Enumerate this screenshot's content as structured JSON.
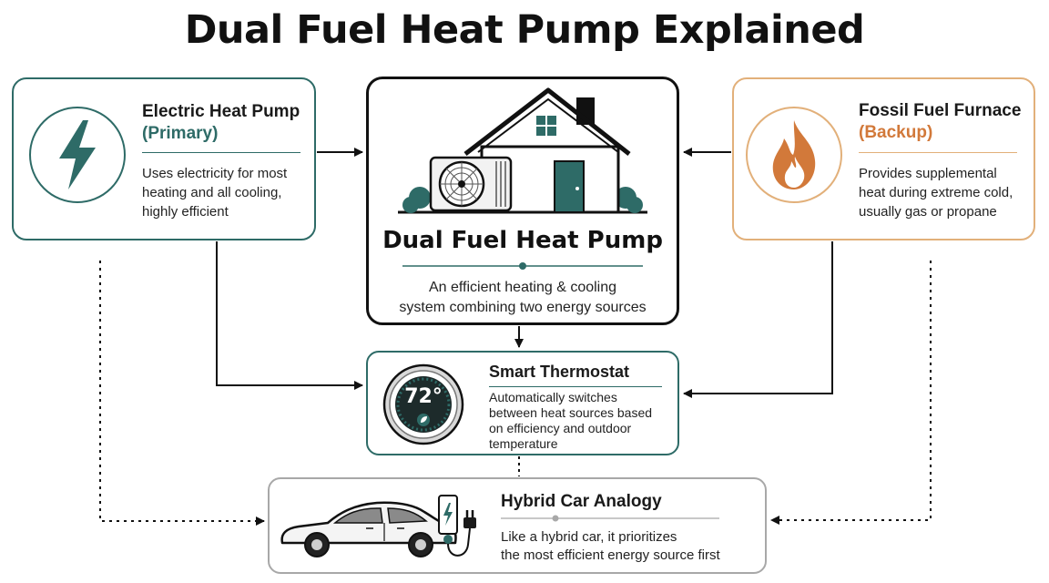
{
  "title": "Dual Fuel Heat Pump Explained",
  "electric": {
    "title": "Electric Heat Pump",
    "subtitle": "(Primary)",
    "description_lines": [
      "Uses electricity for most",
      "heating and all cooling,",
      "highly efficient"
    ],
    "icon": "lightning-bolt-icon"
  },
  "fossil": {
    "title": "Fossil Fuel Furnace",
    "subtitle": "(Backup)",
    "description_lines": [
      "Provides supplemental",
      "heat during extreme cold,",
      "usually gas or propane"
    ],
    "icon": "flame-icon"
  },
  "center": {
    "title": "Dual Fuel Heat Pump",
    "description_lines": [
      "An efficient heating & cooling",
      "system combining two energy sources"
    ],
    "icon": "house-with-heat-pump-icon"
  },
  "thermostat": {
    "title": "Smart Thermostat",
    "reading": "72°",
    "description_lines": [
      "Automatically switches",
      "between heat sources based",
      "on efficiency and outdoor",
      "temperature"
    ],
    "icon": "thermostat-icon"
  },
  "hybrid": {
    "title": "Hybrid Car Analogy",
    "description_lines": [
      "Like a hybrid car, it prioritizes",
      "the most efficient energy source first"
    ],
    "icon": "hybrid-car-icon"
  },
  "colors": {
    "teal": "#2e6b67",
    "orange": "#e2b07a",
    "flame": "#d2793a",
    "gray": "#a8a8a8"
  }
}
